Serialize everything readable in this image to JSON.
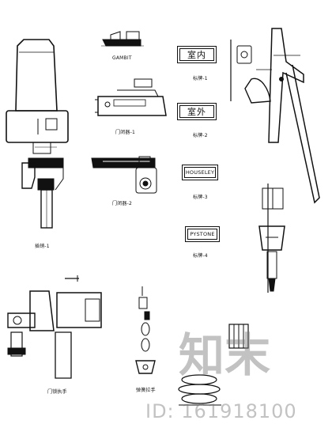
{
  "captions": {
    "holder_top": "GAMBIT",
    "closer_mid": "门闭器-1",
    "arm_small": "门闭器-2",
    "handle_left": "插销-1",
    "lock_bottom_left": "门锁执手",
    "chain_bottom": "弹簧拉手"
  },
  "plates": {
    "p1": {
      "text": "室内",
      "caption": "标牌-1"
    },
    "p2": {
      "text": "室外",
      "caption": "标牌-2"
    },
    "p3": {
      "text": "HOUSELEY",
      "caption": "标牌-3"
    },
    "p4": {
      "text": "PYSTONE",
      "caption": "标牌-4"
    }
  },
  "watermark": {
    "logo": "知末",
    "id_text": "ID: 161918100"
  },
  "colors": {
    "line": "#111111",
    "background": "#ffffff",
    "watermark": "#8a8a8a"
  }
}
